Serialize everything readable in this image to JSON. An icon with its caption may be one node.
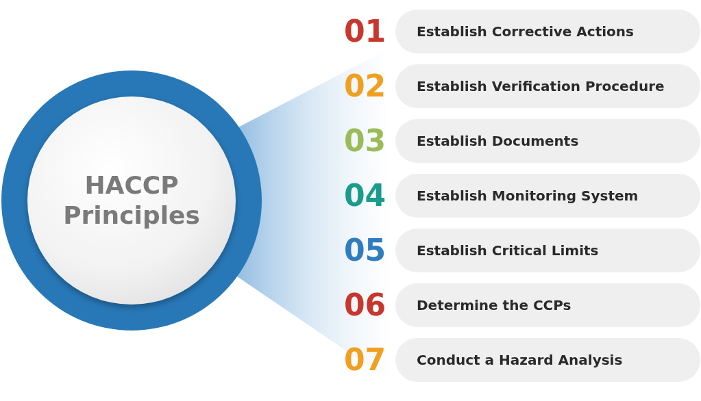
{
  "diagram": {
    "nodes": [
      {
        "text": [
          "HACCP Principles"
        ]
      },
      {
        "text": [
          "Establish Corrective Actions"
        ],
        "beside": [
          "01"
        ]
      },
      {
        "text": [
          "Establish Verification Procedure"
        ],
        "beside": [
          "02"
        ]
      },
      {
        "text": [
          "Establish Documents"
        ],
        "beside": [
          "03"
        ]
      },
      {
        "text": [
          "Establish Monitoring System"
        ],
        "beside": [
          "04"
        ]
      },
      {
        "text": [
          "Establish Critical Limits"
        ],
        "beside": [
          "05"
        ]
      },
      {
        "text": [
          "Determine the CCPs"
        ],
        "beside": [
          "06"
        ]
      },
      {
        "text": [
          "Conduct a Hazard Analysis"
        ],
        "beside": [
          "07"
        ]
      }
    ]
  }
}
